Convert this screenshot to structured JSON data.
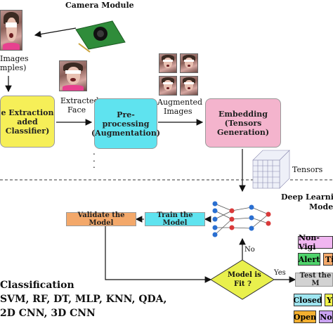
{
  "camera": {
    "label": "Camera Module"
  },
  "top_left": {
    "line1": "Images",
    "line2": "mples)"
  },
  "extracted_face": {
    "line1": "Extracted",
    "line2": "Face"
  },
  "augmented": {
    "line1": "Augmented",
    "line2": "Images"
  },
  "boxes": {
    "feature_extraction": {
      "line1": "e Extraction",
      "line2": "aded Classifier)"
    },
    "preprocessing": {
      "line1": "Pre-processing",
      "line2": "(Augmentation)"
    },
    "embedding": {
      "line1": "Embedding",
      "line2": "(Tensors Generation)"
    },
    "validate": "Validate the Model",
    "train": "Train the Model",
    "decision": {
      "line1": "Model is",
      "line2": "Fit ?"
    },
    "test": "Test the M"
  },
  "tensors": {
    "label": "Tensors"
  },
  "deep_learning": {
    "line1": "Deep Learnir",
    "line2": "Model"
  },
  "edges": {
    "no": "No",
    "yes": "Yes"
  },
  "dots": {
    "v": ".\n.\n."
  },
  "classification": {
    "title": "Classification",
    "line1": "SVM, RF, DT, MLP, KNN, QDA,",
    "line2": "2D CNN, 3D CNN"
  },
  "outputs": {
    "non_vigi": "Non-Vigi",
    "alert": "Alert",
    "ti": "Ti",
    "closed": "Closed",
    "y": "Y",
    "open": "Open",
    "no_abbr": "No"
  },
  "colors": {
    "yellow": "#f6ef58",
    "cyan": "#5fe3ef",
    "pink": "#f4b4cd",
    "orange": "#f3a86a",
    "decision": "#e9f04d",
    "test": "#d2d2d2",
    "non_vigi": "#f0b6f0",
    "alert": "#4fd36b",
    "ti": "#f3a86a",
    "closed": "#9fe6f1",
    "y": "#f0f24a",
    "open": "#f4b030",
    "no_box": "#c9a2f0"
  }
}
